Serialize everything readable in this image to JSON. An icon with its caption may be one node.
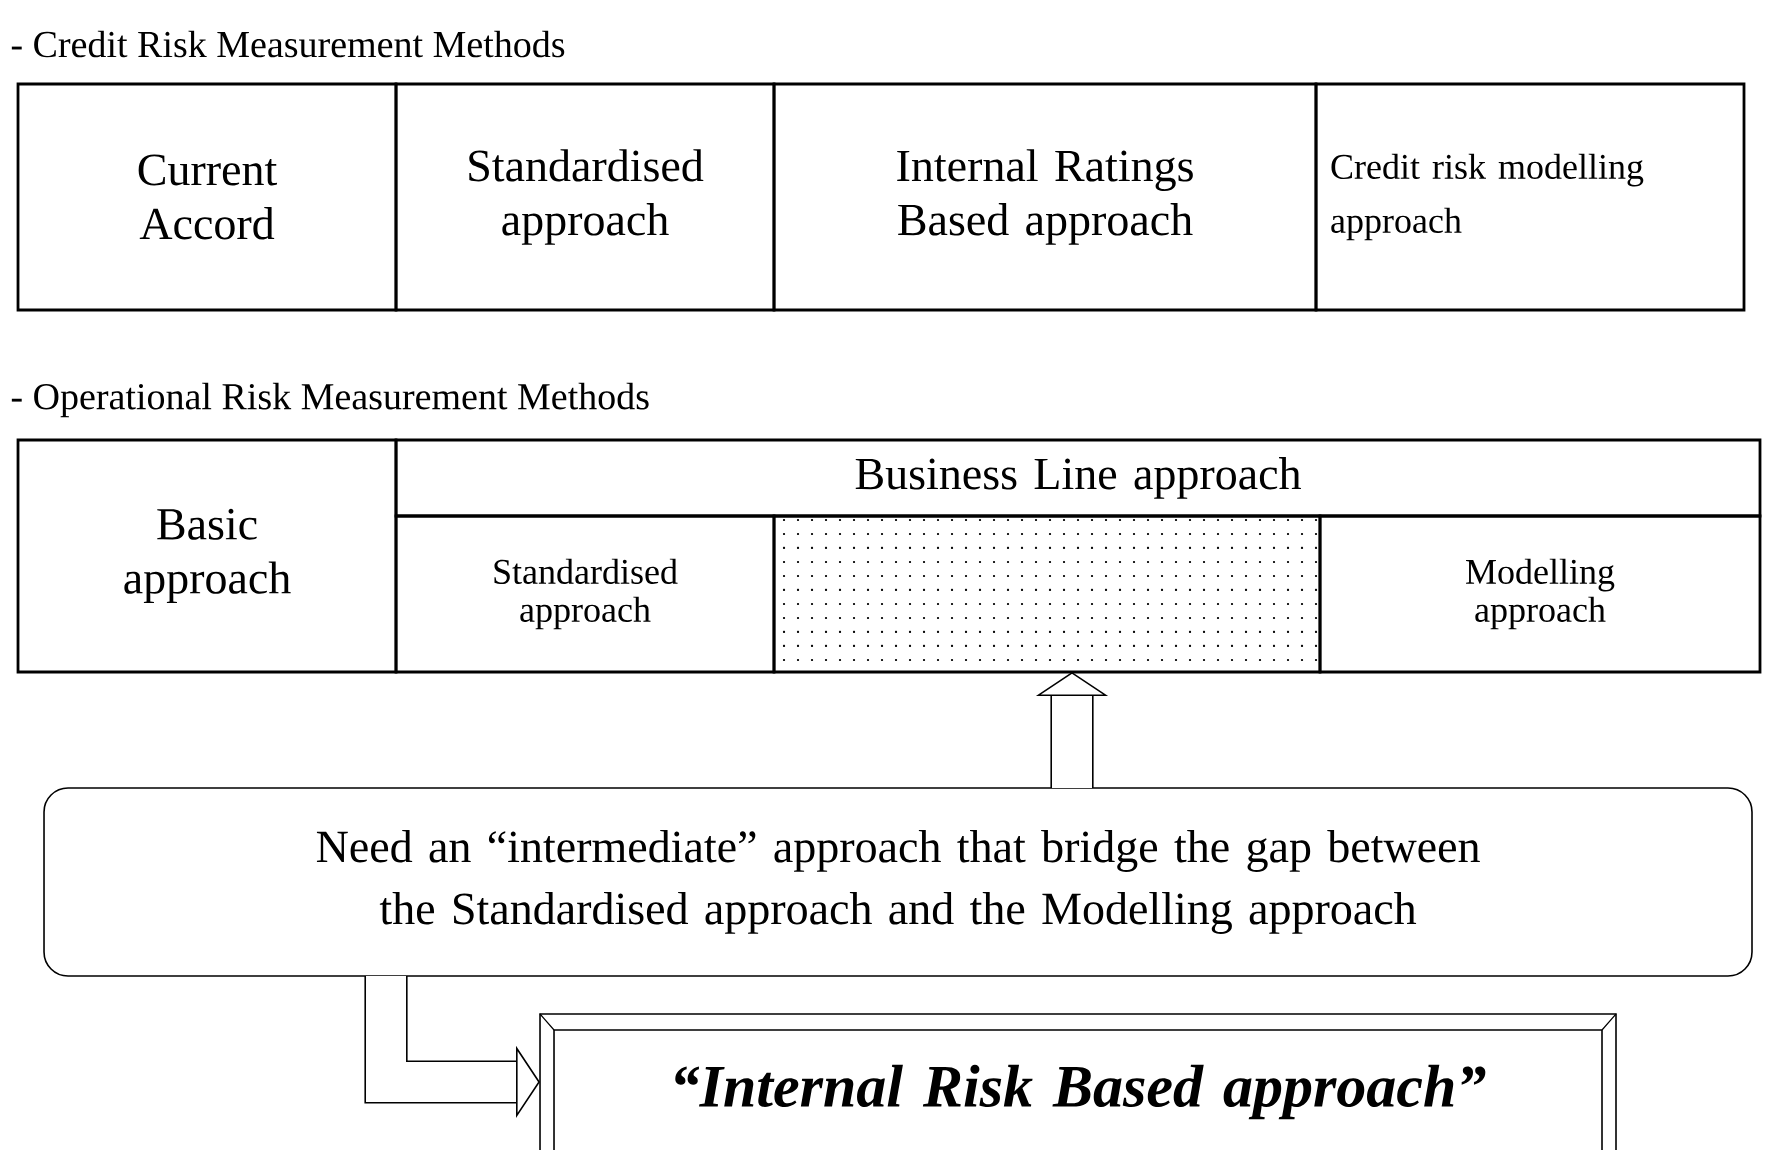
{
  "diagram": {
    "nodes": [
      {
        "text": [
          "Current Accord"
        ]
      },
      {
        "text": [
          "Standardised approach"
        ]
      },
      {
        "text": [
          "Internal Ratings Based approach"
        ]
      },
      {
        "text": [
          "Credit risk modelling approach"
        ]
      },
      {
        "text": [
          "Basic approach"
        ]
      },
      {
        "text": [
          "Business Line approach"
        ]
      },
      {
        "text": [
          "Standardised approach"
        ]
      },
      {
        "text": [],
        "shape": "box"
      },
      {
        "text": [
          "Modelling approach"
        ]
      },
      {
        "text": [
          "Need an “intermediate” approach that bridge the gap between the Standardised approach and the Modelling approach"
        ]
      },
      {
        "text": [
          "“Internal Risk Based approach”"
        ]
      }
    ],
    "edges": [
      {
        "from": 9,
        "to": 7,
        "arrow": "to"
      },
      {
        "from": 9,
        "to": 10,
        "arrow": "to"
      }
    ],
    "labels": [
      "- Credit Risk Measurement Methods",
      "- Operational Risk Measurement Methods"
    ]
  }
}
